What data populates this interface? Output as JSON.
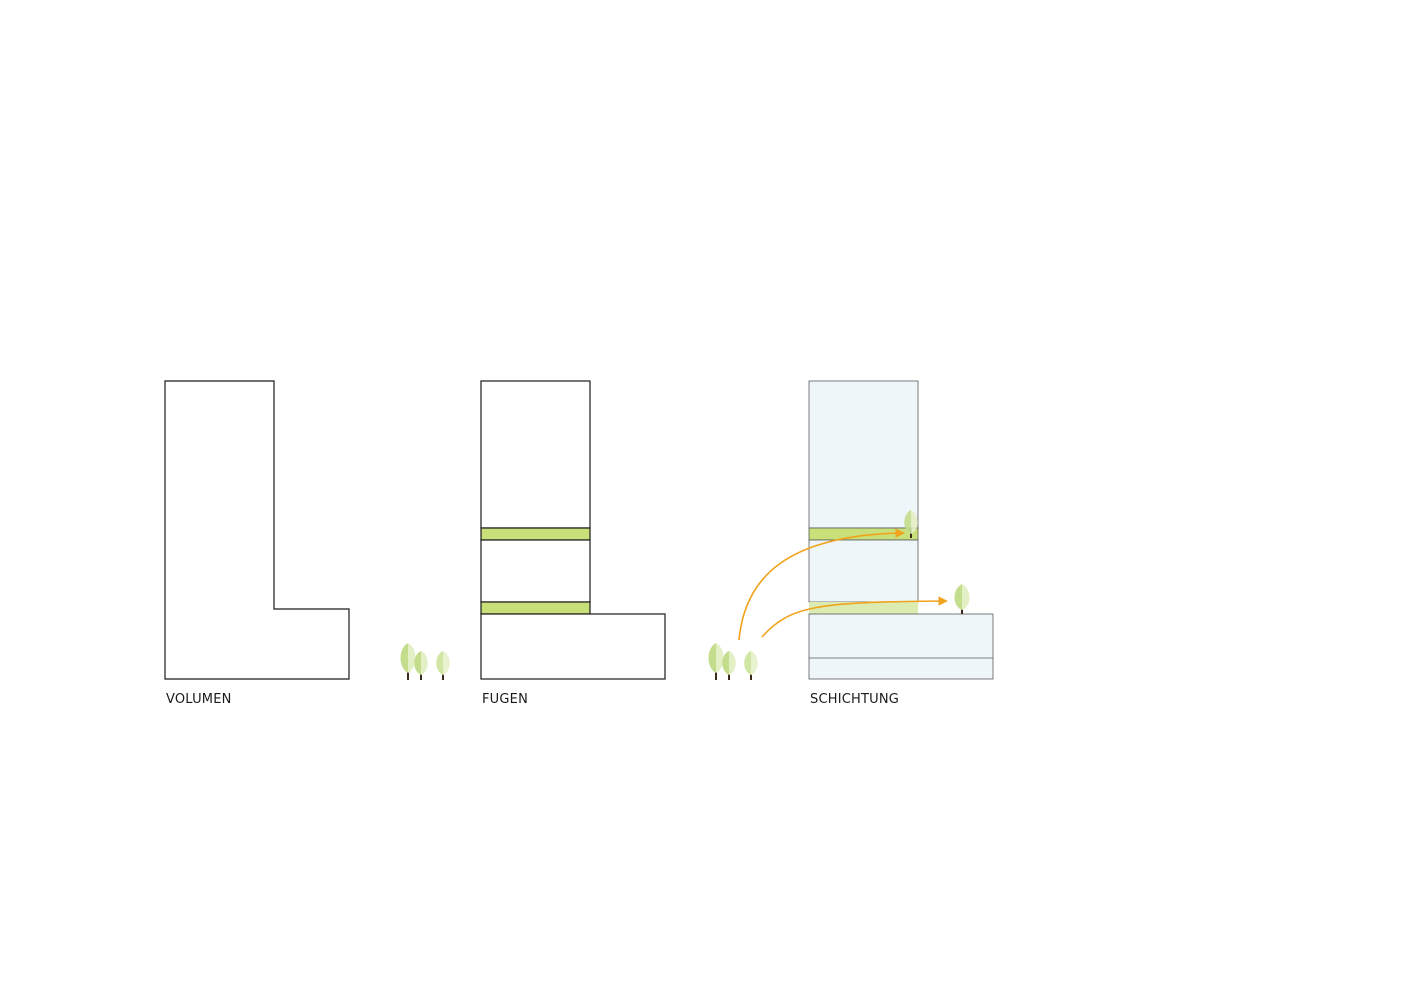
{
  "colors": {
    "outline": "#1a1a1a",
    "joint_green": "#c8df7a",
    "layer_blue": "#eef6fa",
    "layer_outline": "#5a5a5a",
    "tree_dark": "#c3dd8c",
    "tree_light": "#e3efc4",
    "trunk": "#3a2a1c",
    "arrow_orange": "#f0a31c"
  },
  "diagrams": [
    {
      "label": "VOLUMEN"
    },
    {
      "label": "FUGEN"
    },
    {
      "label": "SCHICHTUNG"
    }
  ],
  "icons": [
    "tree-icon",
    "arrow-icon"
  ]
}
